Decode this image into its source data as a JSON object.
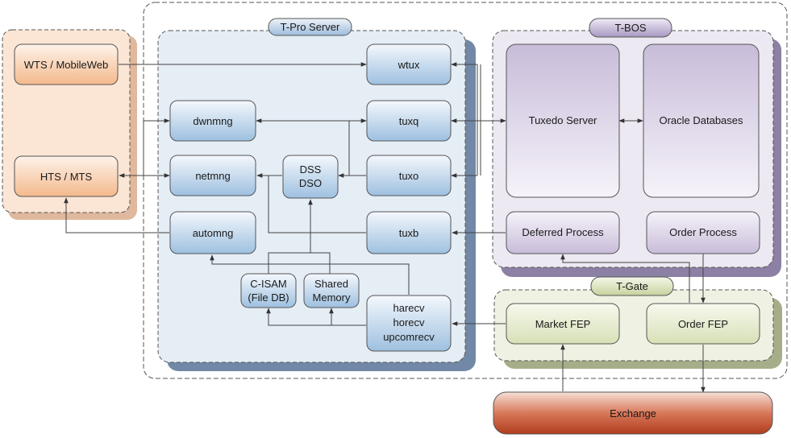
{
  "groups": {
    "client": {},
    "tpro": {
      "label": "T-Pro Server"
    },
    "tbos": {
      "label": "T-BOS"
    },
    "tgate": {
      "label": "T-Gate"
    }
  },
  "nodes": {
    "wts": {
      "label": "WTS / MobileWeb"
    },
    "hts": {
      "label": "HTS / MTS"
    },
    "wtux": {
      "label": "wtux"
    },
    "dwnmng": {
      "label": "dwnmng"
    },
    "tuxq": {
      "label": "tuxq"
    },
    "netmng": {
      "label": "netmng"
    },
    "dss": {
      "label1": "DSS",
      "label2": "DSO"
    },
    "tuxo": {
      "label": "tuxo"
    },
    "automng": {
      "label": "automng"
    },
    "tuxb": {
      "label": "tuxb"
    },
    "cisam": {
      "label1": "C-ISAM",
      "label2": "(File DB)"
    },
    "shm": {
      "label1": "Shared",
      "label2": "Memory"
    },
    "harecv": {
      "label1": "harecv",
      "label2": "horecv",
      "label3": "upcomrecv"
    },
    "tuxedo": {
      "label": "Tuxedo Server"
    },
    "oracle": {
      "label": "Oracle Databases"
    },
    "deferred": {
      "label": "Deferred Process"
    },
    "order": {
      "label": "Order Process"
    },
    "marketfep": {
      "label": "Market FEP"
    },
    "orderfep": {
      "label": "Order FEP"
    },
    "exchange": {
      "label": "Exchange"
    }
  },
  "colors": {
    "client_fill": "#fbe3d2",
    "client_shadow": "#d4a98b",
    "tpro_fill": "#e6eef6",
    "tpro_shadow": "#6e87a3",
    "tbos_fill": "#ece8f1",
    "tbos_shadow": "#8a7ea3",
    "tgate_fill": "#eef1e2",
    "tgate_shadow": "#a3ab86",
    "line": "#4a4a4a"
  }
}
